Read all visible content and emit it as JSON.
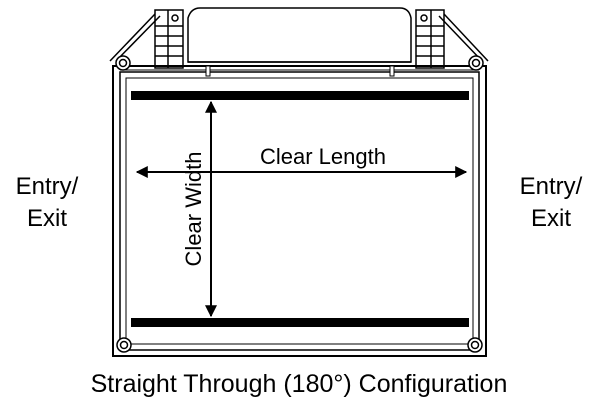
{
  "labels": {
    "left_entry": [
      "Entry/",
      "Exit"
    ],
    "right_entry": [
      "Entry/",
      "Exit"
    ],
    "clear_length": "Clear Length",
    "clear_width": "Clear Width"
  },
  "caption": "Straight Through (180°) Configuration",
  "colors": {
    "stroke": "#000000",
    "background": "#ffffff"
  }
}
